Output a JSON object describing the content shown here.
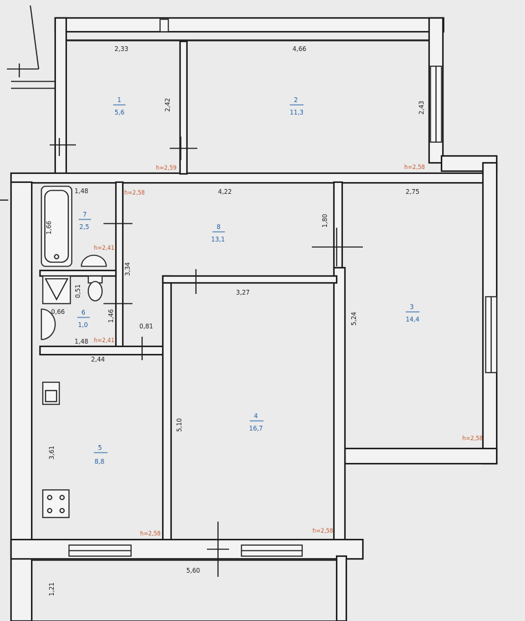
{
  "rooms": [
    {
      "id": "1",
      "number": "1",
      "area": "5,6",
      "height": "h=2,59",
      "dims": [
        "2,33",
        "2,42"
      ]
    },
    {
      "id": "2",
      "number": "2",
      "area": "11,3",
      "height": "h=2,58",
      "dims": [
        "4,66",
        "2,43"
      ]
    },
    {
      "id": "3",
      "number": "3",
      "area": "14,4",
      "height": "h=2,58",
      "dims": [
        "2,75",
        "5,24"
      ]
    },
    {
      "id": "4",
      "number": "4",
      "area": "16,7",
      "height": "h=2,58",
      "dims": [
        "3,27",
        "5,10"
      ]
    },
    {
      "id": "5",
      "number": "5",
      "area": "8,8",
      "height": "h=2,58",
      "dims": [
        "2,44",
        "3,61"
      ]
    },
    {
      "id": "6",
      "number": "6",
      "area": "1,0",
      "height": "h=2,41",
      "dims": [
        "0,66",
        "1,46",
        "1,48",
        "0,51"
      ]
    },
    {
      "id": "7",
      "number": "7",
      "area": "2,5",
      "height": "h=2,41",
      "dims": [
        "1,48",
        "1,66"
      ]
    },
    {
      "id": "8",
      "number": "8",
      "area": "13,1",
      "height": "h=2,58",
      "dims": [
        "4,22",
        "3,34",
        "0,81",
        "1,80"
      ]
    }
  ],
  "balcony": {
    "dims": [
      "5,60",
      "1,21"
    ]
  },
  "colors": {
    "wall": "#1e1e1e",
    "area_text": "#1f5fa8",
    "height_text": "#c65a2e",
    "paper": "#ebebeb"
  }
}
